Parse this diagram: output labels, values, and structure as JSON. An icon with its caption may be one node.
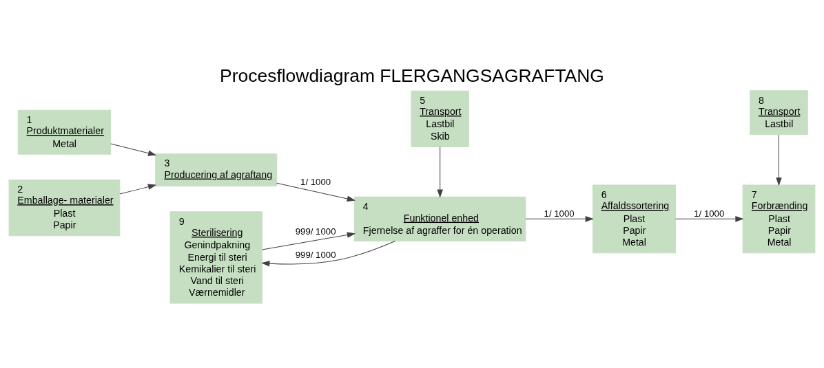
{
  "diagram": {
    "title": "Procesflowdiagram FLERGANGSAGRAFTANG",
    "nodes": [
      {
        "text": [
          "1",
          "Produktmaterialer",
          "Metal"
        ]
      },
      {
        "text": [
          "2",
          "Emballage- materialer",
          "Plast",
          "Papir"
        ]
      },
      {
        "text": [
          "3",
          "Producering af agraftang"
        ]
      },
      {
        "text": [
          "4",
          "Funktionel enhed",
          "Fjernelse af agraffer for én operation"
        ]
      },
      {
        "text": [
          "5",
          "Transport",
          "Lastbil",
          "Skib"
        ]
      },
      {
        "text": [
          "6",
          "Affaldssortering",
          "Plast",
          "Papir",
          "Metal"
        ]
      },
      {
        "text": [
          "7",
          "Forbrænding",
          "Plast",
          "Papir",
          "Metal"
        ]
      },
      {
        "text": [
          "8",
          "Transport",
          "Lastbil"
        ]
      },
      {
        "text": [
          "9",
          "Sterilisering",
          "Genindpakning",
          "Energi til steri",
          "Kemikalier til steri",
          "Vand til steri",
          "Værnemidler"
        ]
      }
    ],
    "edges": [
      {
        "from": 0,
        "to": 2,
        "arrow": "to"
      },
      {
        "from": 1,
        "to": 2,
        "arrow": "to"
      },
      {
        "from": 2,
        "to": 3,
        "arrow": "to",
        "label": "1/ 1000"
      },
      {
        "from": 8,
        "to": 3,
        "arrow": "to",
        "label": "999/ 1000"
      },
      {
        "from": 3,
        "to": 8,
        "arrow": "to",
        "label": "999/ 1000"
      },
      {
        "from": 4,
        "to": 3,
        "arrow": "to"
      },
      {
        "from": 3,
        "to": 5,
        "arrow": "to",
        "label": "1/ 1000"
      },
      {
        "from": 5,
        "to": 6,
        "arrow": "to",
        "label": "1/ 1000"
      },
      {
        "from": 7,
        "to": 6,
        "arrow": "to"
      }
    ]
  }
}
